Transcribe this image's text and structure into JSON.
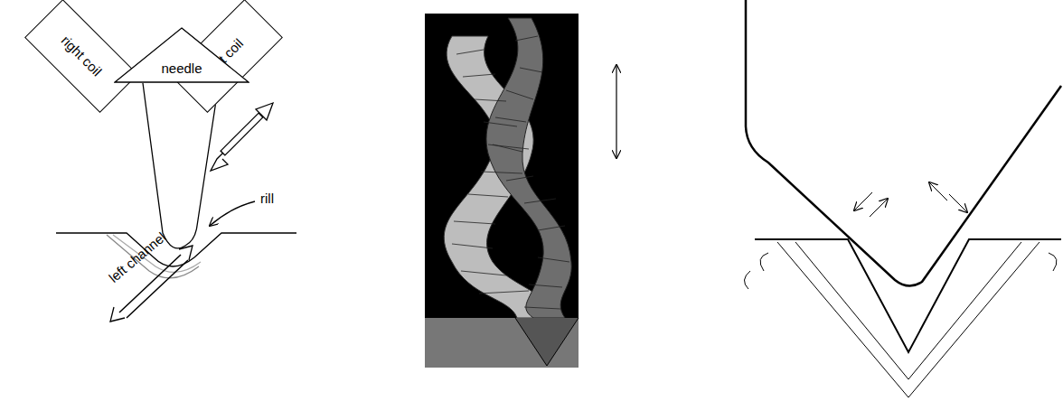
{
  "diagram": {
    "nodes": [
      {
        "text": [
          "right coil"
        ]
      },
      {
        "text": [
          "left coil"
        ]
      },
      {
        "text": [
          "needle"
        ]
      }
    ],
    "labels": [
      "rill",
      "left channel"
    ]
  }
}
